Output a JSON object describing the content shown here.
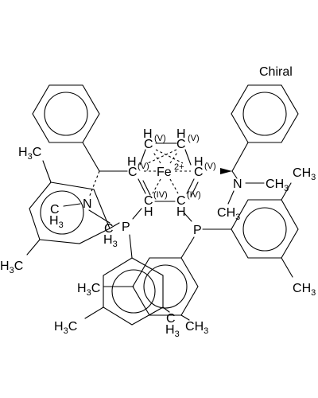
{
  "figure": {
    "chirality_label": "Chiral",
    "center_atom": "Fe",
    "center_charge": "2+",
    "ring_carbon": "C",
    "ring_hydrogen": "H",
    "ring_carbon_marks": [
      "(V)",
      "(IV)"
    ],
    "nitrogen": "N",
    "phosphorus": "P",
    "methyl_group": "CH3",
    "methyl_parts": [
      "C",
      "H",
      "3"
    ],
    "methyl_reversed_parts": [
      "H",
      "3",
      "C"
    ]
  }
}
